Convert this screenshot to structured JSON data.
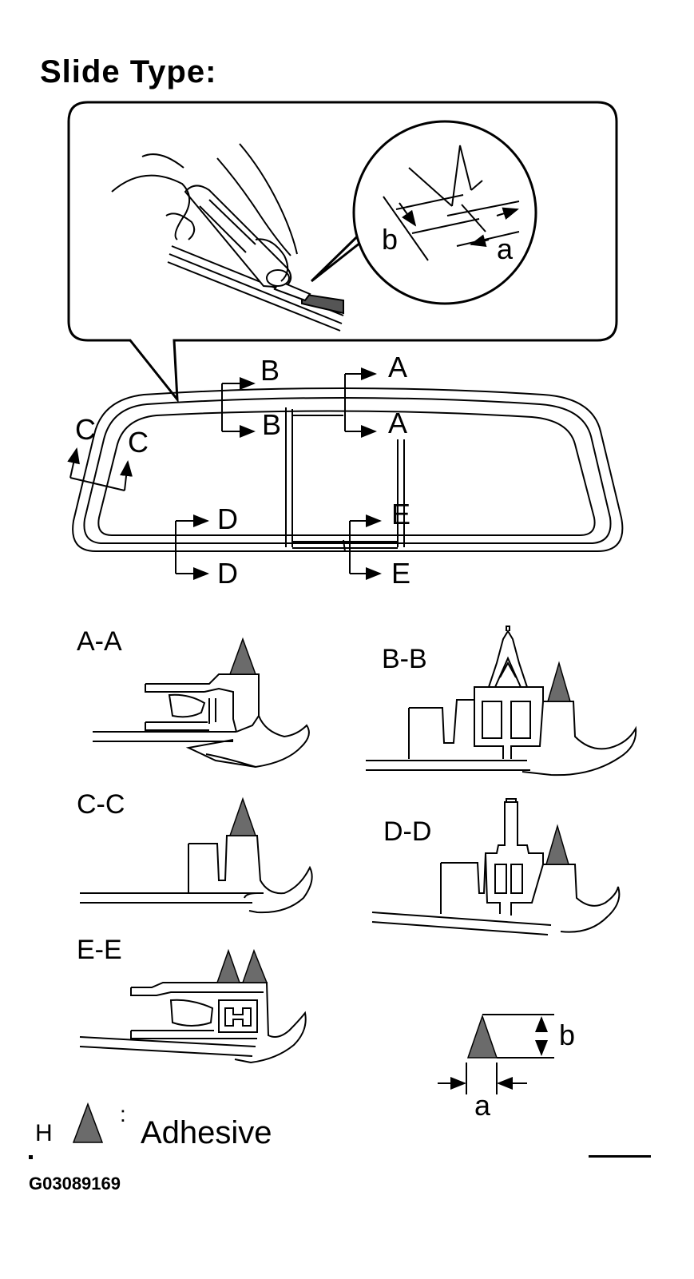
{
  "title": "Slide Type:",
  "callout": {
    "dim_b": "b",
    "dim_a": "a"
  },
  "window_sections": {
    "B": "B",
    "A": "A",
    "C": "C",
    "D": "D",
    "E": "E"
  },
  "sections": {
    "aa": "A-A",
    "bb": "B-B",
    "cc": "C-C",
    "dd": "D-D",
    "ee": "E-E"
  },
  "bead_detail": {
    "dim_b": "b",
    "dim_a": "a"
  },
  "legend": {
    "prefix": "H",
    "colon": ":",
    "label": "Adhesive"
  },
  "figure_id": "G03089169",
  "colors": {
    "adhesive": "#6b6b6b",
    "line": "#000000",
    "background": "#ffffff"
  }
}
